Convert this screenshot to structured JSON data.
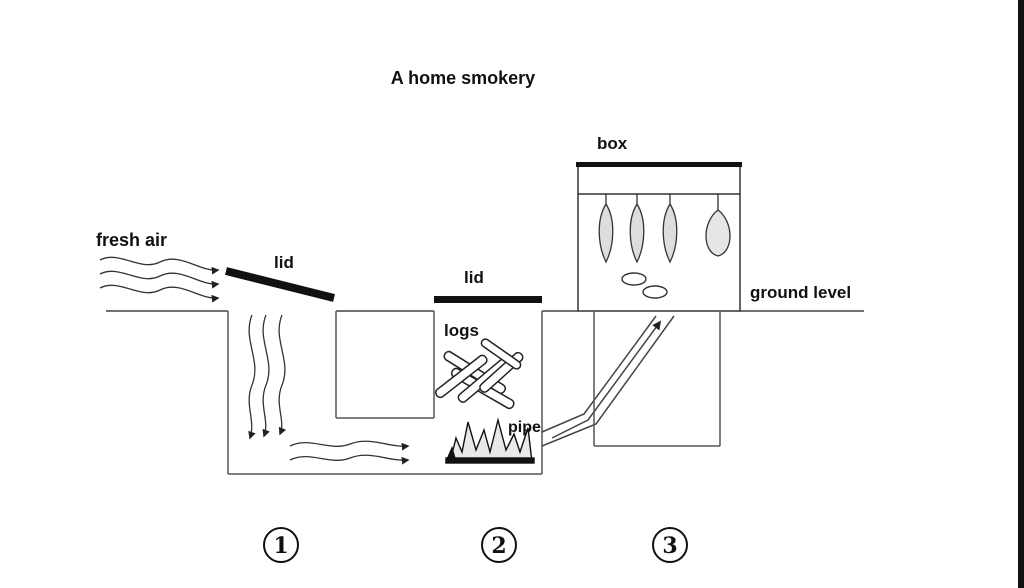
{
  "diagram": {
    "title": "A home smokery",
    "labels": {
      "fresh_air": "fresh air",
      "lid_left": "lid",
      "lid_middle": "lid",
      "logs": "logs",
      "pipe": "pipe",
      "box": "box",
      "ground_level": "ground level"
    },
    "stages": [
      "1",
      "2",
      "3"
    ]
  }
}
